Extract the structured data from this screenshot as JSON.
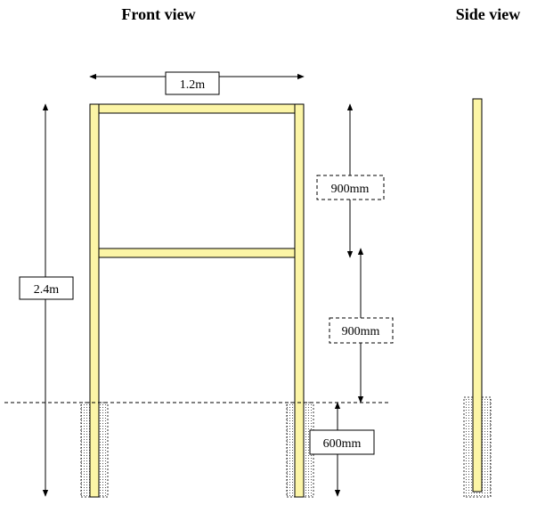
{
  "titles": {
    "front": "Front view",
    "side": "Side view"
  },
  "dimensions": {
    "width": "1.2m",
    "total_height": "2.4m",
    "upper_span": "900mm",
    "lower_span": "900mm",
    "embedment": "600mm"
  },
  "colors": {
    "timber": "#fcf5a6",
    "line": "#000000"
  }
}
